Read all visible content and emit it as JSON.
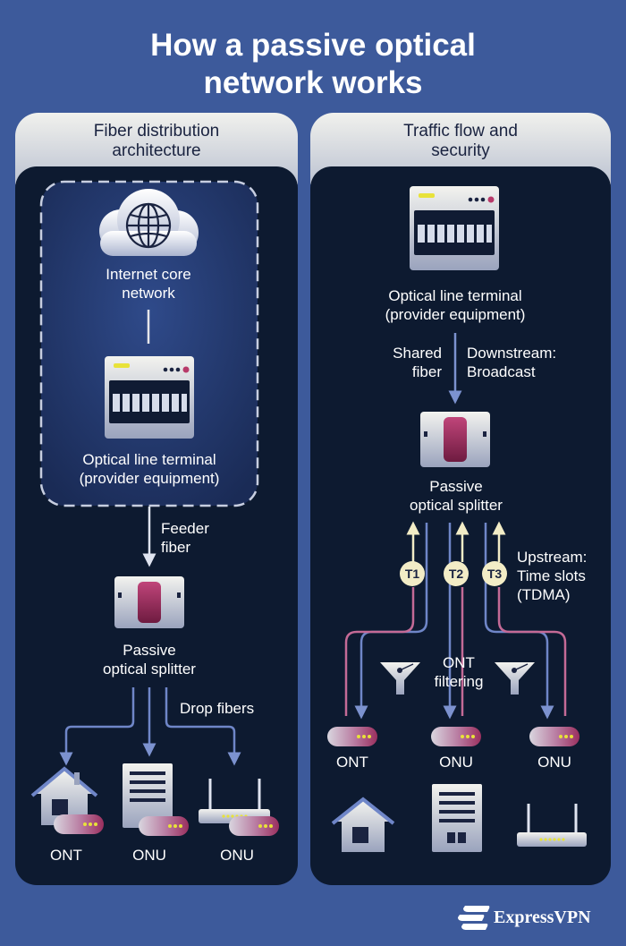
{
  "title": {
    "line1": "How a passive optical",
    "line2": "network works"
  },
  "left": {
    "heading": {
      "line1": "Fiber distribution",
      "line2": "architecture"
    },
    "internet": {
      "line1": "Internet core",
      "line2": "network"
    },
    "olt": {
      "line1": "Optical line terminal",
      "line2": "(provider equipment)"
    },
    "feeder": {
      "line1": "Feeder",
      "line2": "fiber"
    },
    "splitter": {
      "line1": "Passive",
      "line2": "optical splitter"
    },
    "drop": "Drop fibers",
    "endpoints": [
      "ONT",
      "ONU",
      "ONU"
    ]
  },
  "right": {
    "heading": {
      "line1": "Traffic flow and",
      "line2": "security"
    },
    "olt": {
      "line1": "Optical line terminal",
      "line2": "(provider equipment)"
    },
    "shared": {
      "line1": "Shared",
      "line2": "fiber"
    },
    "downstream": {
      "line1": "Downstream:",
      "line2": "Broadcast"
    },
    "splitter": {
      "line1": "Passive",
      "line2": "optical splitter"
    },
    "slots": [
      "T1",
      "T2",
      "T3"
    ],
    "upstream": {
      "line1": "Upstream:",
      "line2": "Time slots",
      "line3": "(TDMA)"
    },
    "filtering": {
      "line1": "ONT",
      "line2": "filtering"
    },
    "endpoints": [
      "ONT",
      "ONU",
      "ONU"
    ]
  },
  "brand": "ExpressVPN",
  "colors": {
    "background": "#3d5a9b",
    "panel": "#0d1a30",
    "fiber_down": "#6f86c8",
    "fiber_up": "#c46a96",
    "accent_yellow": "#e8e23a"
  }
}
